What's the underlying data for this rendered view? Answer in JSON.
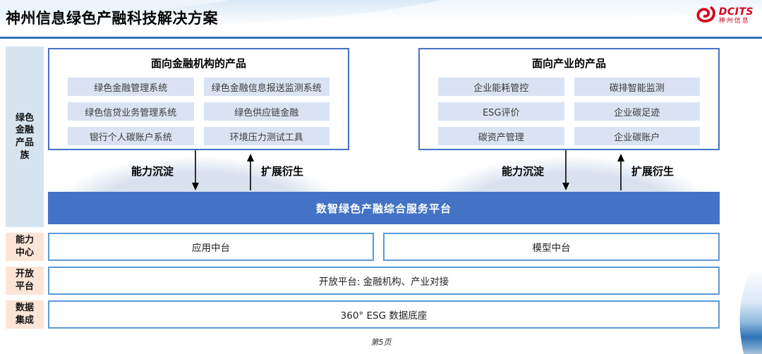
{
  "header": {
    "title": "神州信息绿色产融科技解决方案",
    "logo_text": "DCITS",
    "logo_subtext": "神州信息"
  },
  "sidebar": {
    "product_family": "绿色\n金融\n产品\n族",
    "capability_center": "能力\n中心",
    "open_platform": "开放\n平台",
    "data_integration": "数据\n集成"
  },
  "finance_box": {
    "title": "面向金融机构的产品",
    "items": [
      "绿色金融管理系统",
      "绿色金融信息报送监测系统",
      "绿色信贷业务管理系统",
      "绿色供应链金融",
      "银行个人碳账户系统",
      "环境压力测试工具"
    ]
  },
  "industry_box": {
    "title": "面向产业的产品",
    "items": [
      "企业能耗管控",
      "碳排智能监测",
      "ESG评价",
      "企业碳足迹",
      "碳资产管理",
      "企业碳账户"
    ]
  },
  "arrows": {
    "down_label": "能力沉淀",
    "up_label": "扩展衍生"
  },
  "banner": {
    "label": "数智绿色产融综合服务平台"
  },
  "middle_boxes": {
    "left": "应用中台",
    "right": "模型中台"
  },
  "open_platform_box": {
    "label": "开放平台: 金融机构、产业对接"
  },
  "data_base_box": {
    "label": "360° ESG 数据底座"
  },
  "footer": {
    "page": "第5页"
  },
  "colors": {
    "accent_blue": "#2E74B5",
    "banner_blue": "#4472C4",
    "chip_blue": "#DAE3F3",
    "sidebar_blue": "#D6E4F0",
    "sidebar_peach": "#FCE4D6",
    "box_border_light": "#5B9BD5",
    "logo_red": "#D6001C"
  }
}
